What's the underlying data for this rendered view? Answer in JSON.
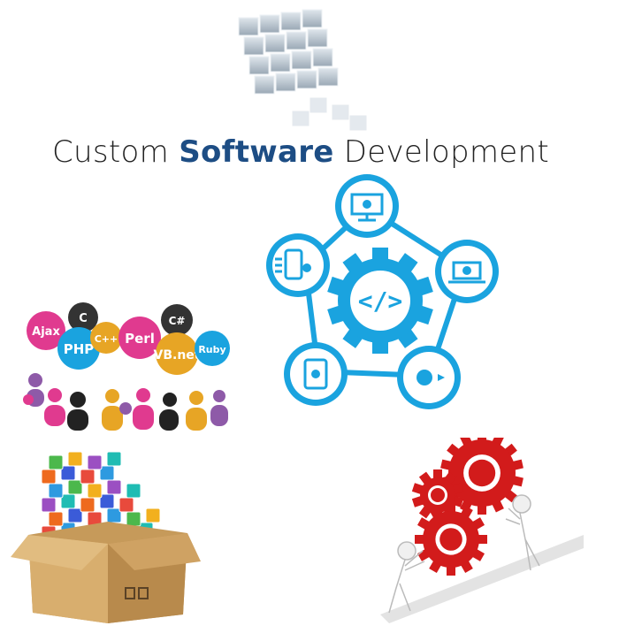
{
  "title": {
    "pre": "Custom ",
    "highlight": "Software",
    "post": " Development"
  },
  "languages": {
    "ajax": "Ajax",
    "c": "C",
    "php": "PHP",
    "cpp": "C++",
    "perl": "Perl",
    "csharp": "C#",
    "vbnet": "VB.net",
    "ruby": "Ruby"
  },
  "colors": {
    "cube": "#b8c4cf",
    "diagram_blue": "#1aa3df",
    "highlight_blue": "#1d4d84",
    "gear_red": "#d21b1b"
  },
  "icons": {
    "cube_stack": "cube-stack-icon",
    "dev_cycle": "development-cycle-icon",
    "app_box": "app-box-icon",
    "gear_pusher": "gear-pusher-icon"
  }
}
